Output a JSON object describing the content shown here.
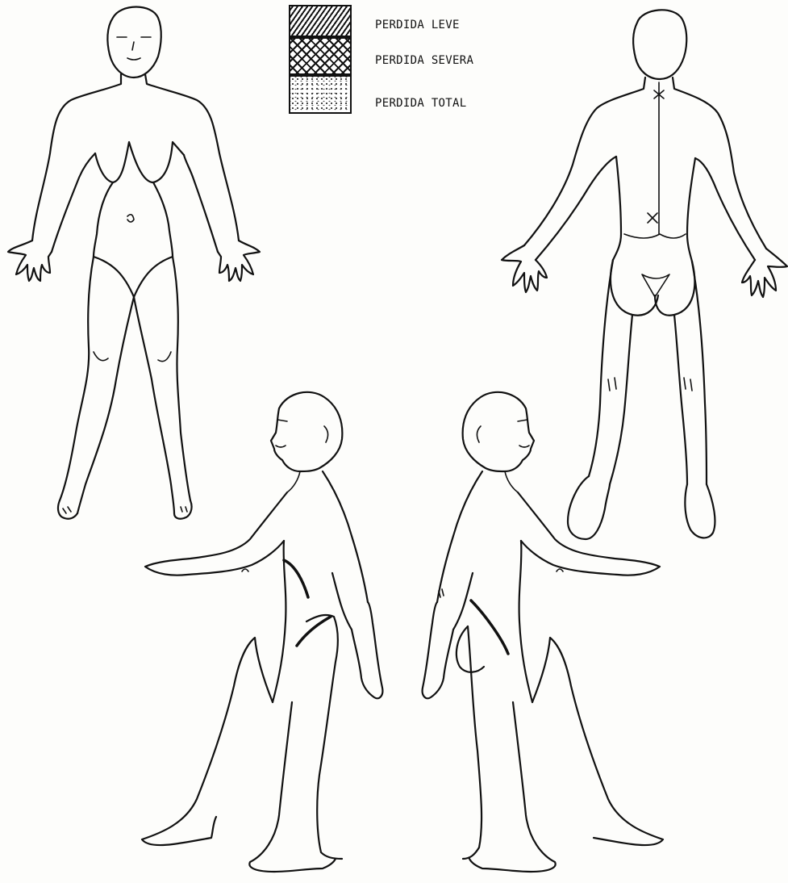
{
  "legend": {
    "items": [
      {
        "label": "PERDIDA LEVE",
        "pattern": "diagonal-hatch"
      },
      {
        "label": "PERDIDA SEVERA",
        "pattern": "cross-hatch"
      },
      {
        "label": "PERDIDA TOTAL",
        "pattern": "stipple"
      }
    ]
  },
  "figures": [
    "front-view",
    "back-view",
    "right-side-view",
    "left-side-view"
  ],
  "colors": {
    "ink": "#111111",
    "paper": "#fdfdfb"
  }
}
